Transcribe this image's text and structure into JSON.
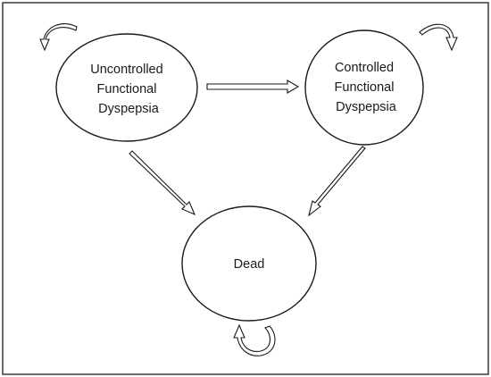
{
  "diagram": {
    "states": {
      "uncontrolled": {
        "lines": [
          "Uncontrolled",
          "Functional",
          "Dyspepsia"
        ]
      },
      "controlled": {
        "lines": [
          "Controlled",
          "Functional",
          "Dyspepsia"
        ]
      },
      "dead": {
        "lines": [
          "Dead"
        ]
      }
    },
    "transitions": [
      {
        "from": "uncontrolled",
        "to": "controlled"
      },
      {
        "from": "uncontrolled",
        "to": "dead"
      },
      {
        "from": "controlled",
        "to": "dead"
      },
      {
        "from": "uncontrolled",
        "to": "uncontrolled"
      },
      {
        "from": "controlled",
        "to": "controlled"
      },
      {
        "from": "dead",
        "to": "dead"
      }
    ],
    "colors": {
      "stroke": "#1a1a1a",
      "fill": "#ffffff"
    }
  }
}
